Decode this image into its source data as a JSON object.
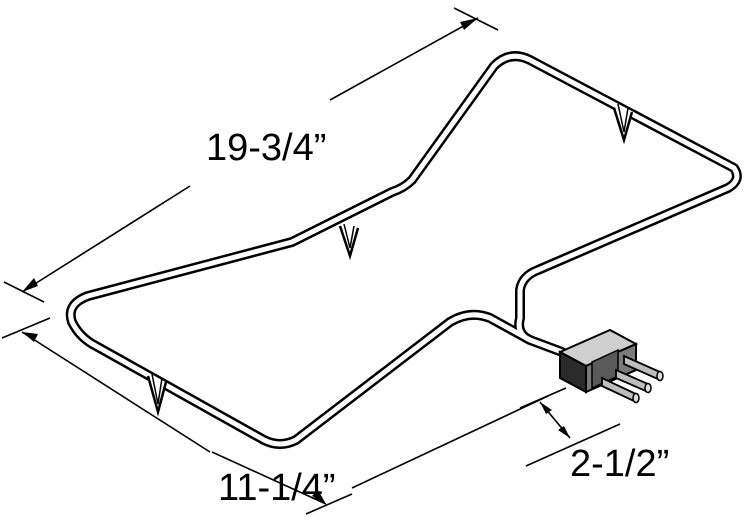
{
  "colors": {
    "line": "#000000",
    "tube_fill": "#ffffff",
    "terminal_dark": "#2a2a2a",
    "terminal_mid": "#7a7a7a",
    "terminal_light": "#cfcfcf",
    "pin_fill": "#bdbdbd",
    "background": "#ffffff"
  },
  "dimensions": {
    "length": "19-3/4”",
    "width": "11-1/4”",
    "terminal_extension": "2-1/2”"
  }
}
